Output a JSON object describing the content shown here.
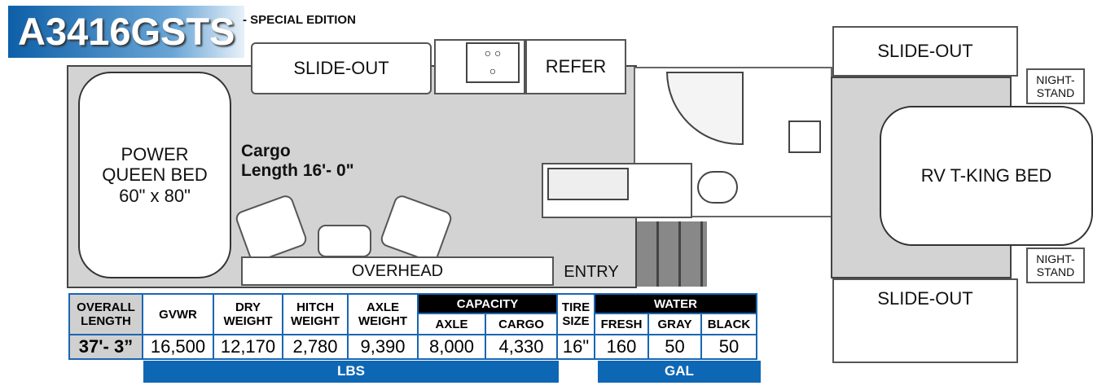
{
  "title": "A3416GSTS",
  "subtitle": "- SPECIAL EDITION",
  "rooms": {
    "slide_out_left": "SLIDE-OUT",
    "refer": "REFER",
    "queen_bed": "POWER\nQUEEN BED\n60\" x 80\"",
    "cargo": "Cargo\nLength 16'- 0\"",
    "overhead": "OVERHEAD",
    "entry": "ENTRY",
    "slide_out_top": "SLIDE-OUT",
    "slide_out_bottom": "SLIDE-OUT",
    "king_bed": "RV T-KING BED",
    "nightstand_top": "NIGHT-\nSTAND",
    "nightstand_bottom": "NIGHT-\nSTAND"
  },
  "specs": {
    "overall_length": {
      "label": "OVERALL LENGTH",
      "value": "37'- 3”"
    },
    "gvwr": {
      "label": "GVWR",
      "value": "16,500"
    },
    "dry_weight": {
      "label": "DRY WEIGHT",
      "value": "12,170"
    },
    "hitch_weight": {
      "label": "HITCH WEIGHT",
      "value": "2,780"
    },
    "axle_weight": {
      "label": "AXLE WEIGHT",
      "value": "9,390"
    },
    "capacity": {
      "label": "CAPACITY",
      "axle_label": "AXLE",
      "axle": "8,000",
      "cargo_label": "CARGO",
      "cargo": "4,330"
    },
    "tire": {
      "label": "TIRE SIZE",
      "value": "16\""
    },
    "water": {
      "label": "WATER",
      "fresh_label": "FRESH",
      "fresh": "160",
      "gray_label": "GRAY",
      "gray": "50",
      "black_label": "BLACK",
      "black": "50"
    },
    "lbs": "LBS",
    "gal": "GAL"
  }
}
